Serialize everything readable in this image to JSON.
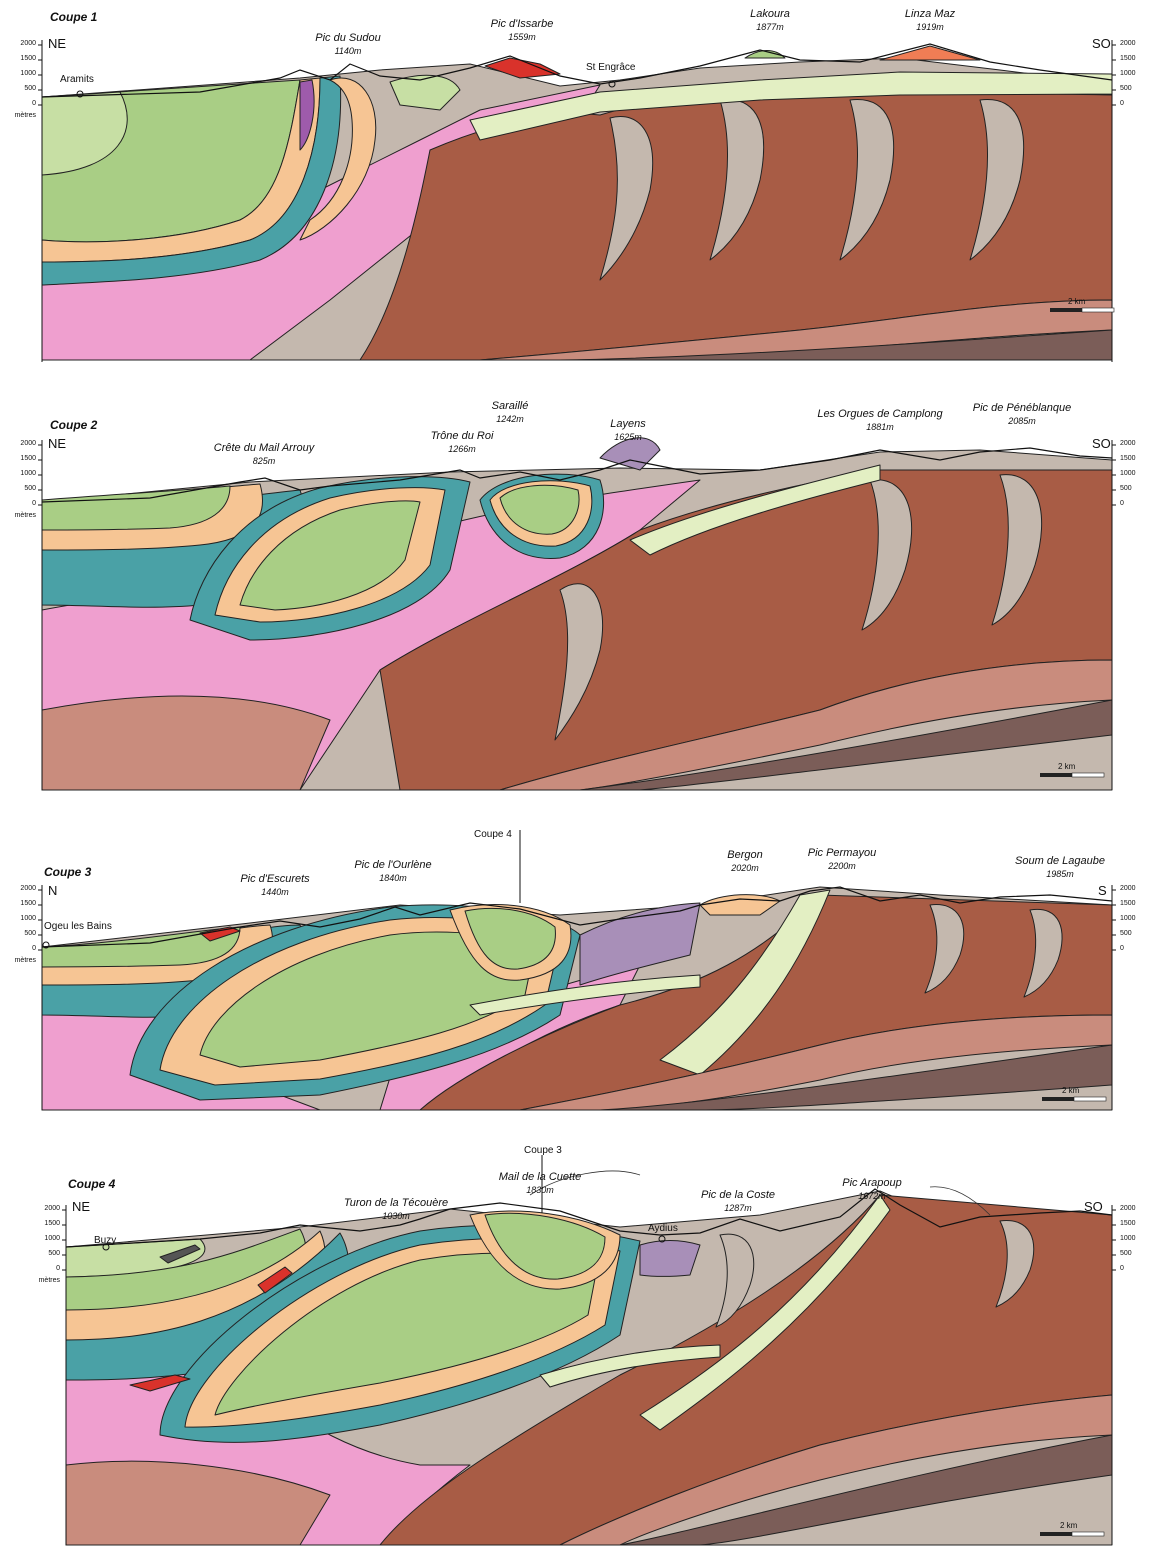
{
  "colors": {
    "cover_grey": "#c4b8ae",
    "pink": "#ef9fcf",
    "teal": "#4aa1a6",
    "orange": "#f6c594",
    "green": "#a9ce85",
    "lightgreen": "#c7dfa4",
    "palegreen": "#e3efc3",
    "brown": "#a85c45",
    "pinkbrown": "#c98c7d",
    "darkbrown": "#7b5d58",
    "purple": "#9e5bab",
    "lavender": "#a88fb8",
    "red": "#d9322b"
  },
  "axis_ticks": [
    "2000",
    "1500",
    "1000",
    "500",
    "0"
  ],
  "unit_label": "mètres",
  "scale_label": "2 km",
  "sections": [
    {
      "title": "Coupe 1",
      "left_dir": "NE",
      "right_dir": "SO",
      "peaks": [
        {
          "name": "Pic du Sudou",
          "elev": "1140m"
        },
        {
          "name": "Pic d'Issarbe",
          "elev": "1559m"
        },
        {
          "name": "Lakoura",
          "elev": "1877m"
        },
        {
          "name": "Linza Maz",
          "elev": "1919m"
        }
      ],
      "towns": [
        "Aramits",
        "St Engrâce"
      ]
    },
    {
      "title": "Coupe 2",
      "left_dir": "NE",
      "right_dir": "SO",
      "peaks": [
        {
          "name": "Crête du Mail Arrouy",
          "elev": "825m"
        },
        {
          "name": "Trône du Roi",
          "elev": "1266m"
        },
        {
          "name": "Saraillé",
          "elev": "1242m"
        },
        {
          "name": "Layens",
          "elev": "1625m"
        },
        {
          "name": "Les Orgues de Camplong",
          "elev": "1881m"
        },
        {
          "name": "Pic de Pénéblanque",
          "elev": "2085m"
        }
      ],
      "towns": []
    },
    {
      "title": "Coupe 3",
      "left_dir": "N",
      "right_dir": "S",
      "cross_ref": "Coupe 4",
      "peaks": [
        {
          "name": "Pic d'Escurets",
          "elev": "1440m"
        },
        {
          "name": "Pic de l'Ourlène",
          "elev": "1840m"
        },
        {
          "name": "Bergon",
          "elev": "2020m"
        },
        {
          "name": "Pic Permayou",
          "elev": "2200m"
        },
        {
          "name": "Soum de Lagaube",
          "elev": "1985m"
        }
      ],
      "towns": [
        "Ogeu les Bains"
      ]
    },
    {
      "title": "Coupe 4",
      "left_dir": "NE",
      "right_dir": "SO",
      "cross_ref": "Coupe 3",
      "peaks": [
        {
          "name": "Turon de la Técouère",
          "elev": "1030m"
        },
        {
          "name": "Mail de la Cuette",
          "elev": "1830m"
        },
        {
          "name": "Pic de la Coste",
          "elev": "1287m"
        },
        {
          "name": "Pic Arapoup",
          "elev": "1672m"
        }
      ],
      "towns": [
        "Buzy",
        "Aydius"
      ]
    }
  ]
}
